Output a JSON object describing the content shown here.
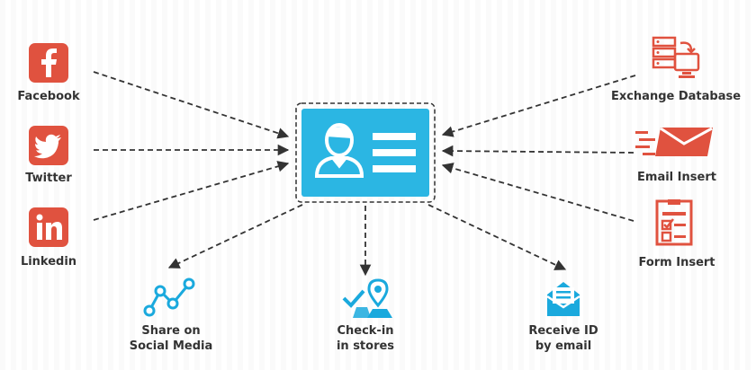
{
  "colors": {
    "source": "#e0523f",
    "output": "#1aa9dd",
    "card": "#2bb6e3",
    "text": "#333333",
    "dash": "#333333"
  },
  "sources_left": [
    {
      "label": "Facebook",
      "icon": "facebook-icon"
    },
    {
      "label": "Twitter",
      "icon": "twitter-icon"
    },
    {
      "label": "Linkedin",
      "icon": "linkedin-icon"
    }
  ],
  "sources_right": [
    {
      "label": "Exchange Database",
      "icon": "database-exchange-icon"
    },
    {
      "label": "Email Insert",
      "icon": "email-fast-icon"
    },
    {
      "label": "Form Insert",
      "icon": "form-checklist-icon"
    }
  ],
  "outputs": [
    {
      "label": "Share on\nSocial Media",
      "icon": "social-share-icon"
    },
    {
      "label": "Check-in\nin stores",
      "icon": "check-in-location-icon"
    },
    {
      "label": "Receive ID\nby email",
      "icon": "email-receive-icon"
    }
  ],
  "center": {
    "icon": "id-card-icon"
  }
}
